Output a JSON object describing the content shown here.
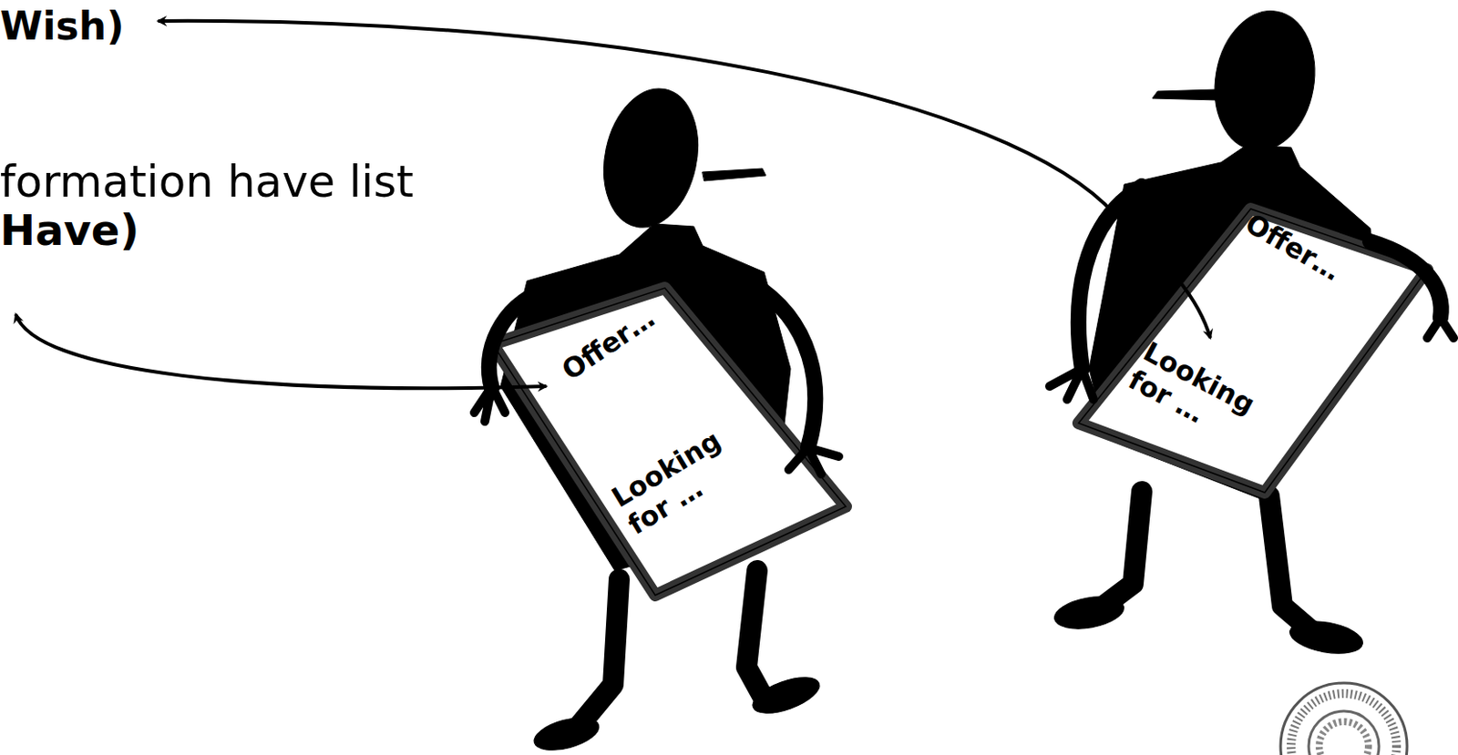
{
  "diagram": {
    "nodes": [
      {
        "text": [
          "Offer…",
          "Looking for …"
        ]
      },
      {
        "text": [
          "Offer…",
          "Looking for …"
        ]
      }
    ],
    "labels": [
      "Wish)",
      "formation have list",
      "Have)"
    ]
  }
}
